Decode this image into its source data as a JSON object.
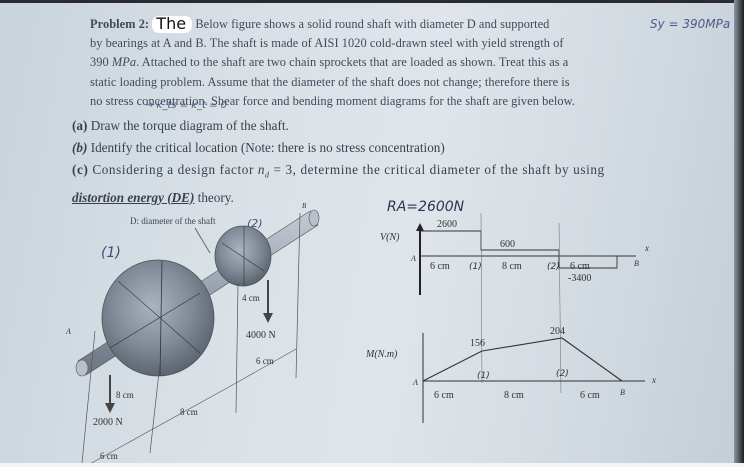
{
  "problem": {
    "label": "Problem 2:",
    "handwritten_insert": "The",
    "lines": [
      "Below figure shows a solid round shaft with diameter D and supported",
      "by bearings at A and B. The shaft is made of AISI 1020 cold-drawn steel with yield strength of",
      "390 MPa. Attached to the shaft are two chain sprockets that are loaded as shown. Treat this as a",
      "static loading problem. Assume that the diameter of the shaft does not change; therefore there is",
      "no stress concentration. Shear force and bending moment diagrams for the shaft are given below."
    ],
    "line3_value": "390",
    "line3_unit": "MPa",
    "line3_rest": ". Attached to the shaft are two chain sprockets that are loaded as shown. Treat this as a"
  },
  "annotations": {
    "yield_note": "Sy = 390MPa",
    "torque_note": "→ k_ts = k_t = 0",
    "ra_note": "RA=2600N"
  },
  "parts": [
    {
      "label": "(a)",
      "text": "Draw the torque diagram of the shaft."
    },
    {
      "label": "(b)",
      "text": "Identify the critical location (Note: there is no stress concentration)"
    },
    {
      "label": "(c)",
      "text": "Considering a design factor n_d = 3, determine the critical diameter of the shaft by using"
    },
    {
      "label": "",
      "underlined": "distortion energy (DE)",
      "text": " theory."
    }
  ],
  "part_c": {
    "pre": "Considering a design factor ",
    "symbol": "n",
    "sub": "d",
    "post": " = 3, determine the critical diameter of the shaft by using"
  },
  "shaft_figure": {
    "diameter_label": "D:  diameter of the shaft",
    "sprocket_1_mark": "(1)",
    "sprocket_2_mark": "(2)",
    "bearing_a": "A",
    "bearing_b": "B",
    "load_1": "2000 N",
    "load_2": "4000 N",
    "radius_1": "8 cm",
    "radius_2": "4 cm",
    "dim_1": "6 cm",
    "dim_2": "8 cm",
    "dim_3": "6 cm"
  },
  "shear_diagram": {
    "axis_label": "V(N)",
    "x_label": "x",
    "a_label": "A",
    "b_label": "B",
    "values": {
      "v1": "2600",
      "v2": "600",
      "v3": "-3400"
    },
    "spans": [
      "6 cm",
      "8 cm",
      "6 cm"
    ],
    "marks": [
      "(1)",
      "(2)"
    ]
  },
  "moment_diagram": {
    "axis_label": "M(N.m)",
    "x_label": "x",
    "a_label": "A",
    "b_label": "B",
    "values": {
      "m1": "156",
      "m2": "204"
    },
    "spans": [
      "6 cm",
      "8 cm",
      "6 cm"
    ],
    "marks": [
      "(1)",
      "(2)"
    ]
  }
}
